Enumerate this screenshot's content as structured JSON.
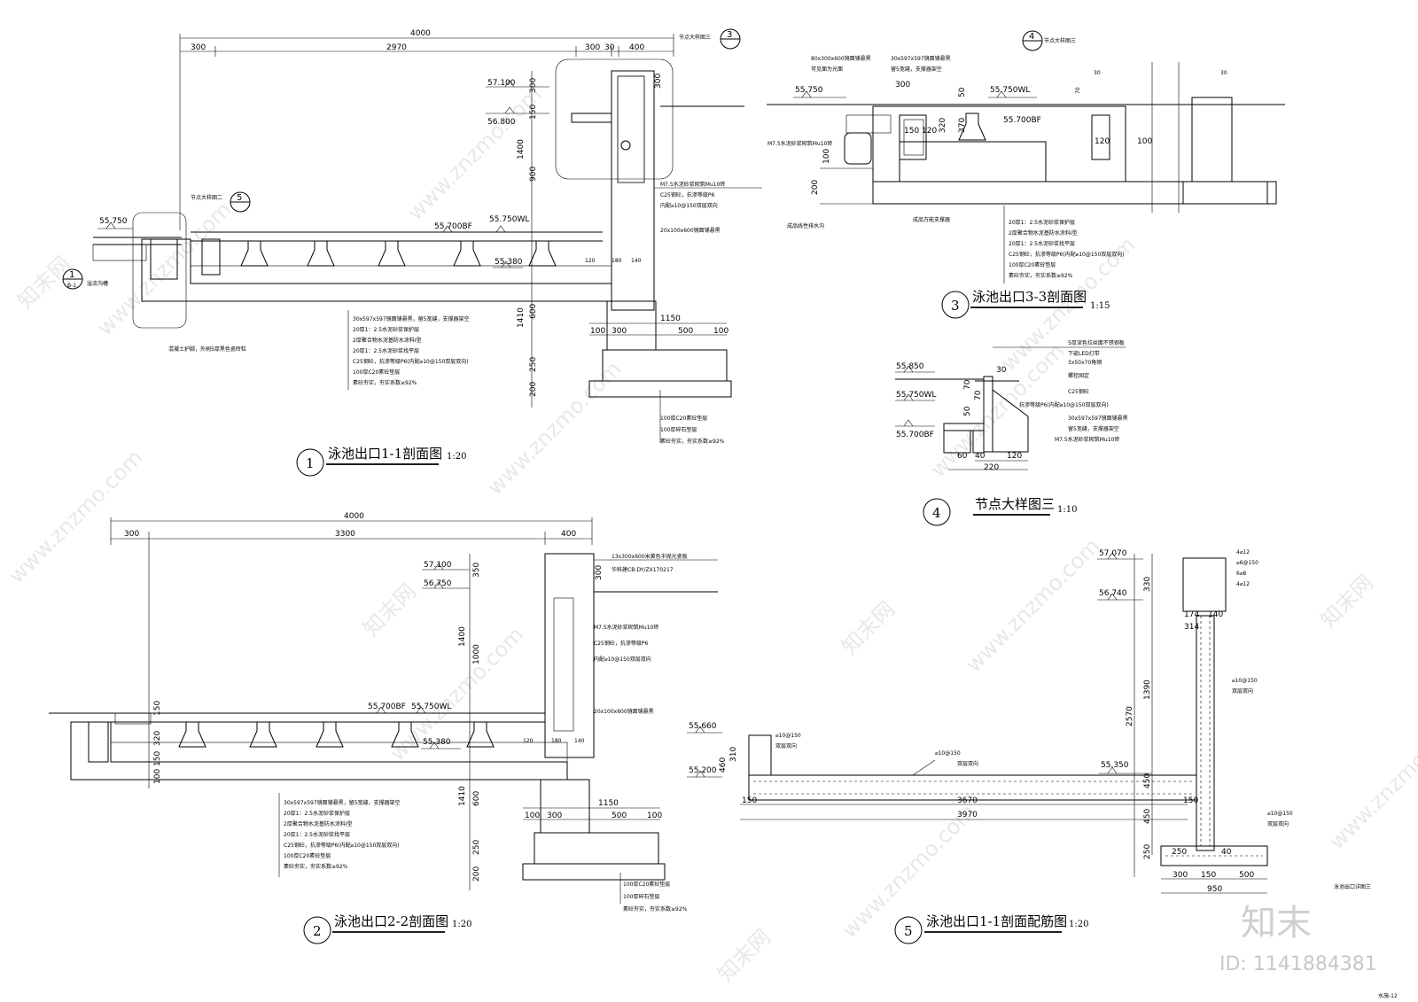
{
  "drawings": [
    {
      "num": "1",
      "title": "泳池出口1-1剖面图",
      "scale": "1:20",
      "dims_top": [
        "4000",
        "300",
        "2970",
        "300",
        "30",
        "400"
      ],
      "elevations": [
        "57.100",
        "56.800",
        "55.750",
        "55.700BF",
        "55.750WL",
        "55.380"
      ],
      "dims_vertical": [
        "300",
        "150",
        "1400",
        "900",
        "1410",
        "600",
        "250",
        "200",
        "300"
      ],
      "dims_base": [
        "1150",
        "100",
        "300",
        "500",
        "100"
      ],
      "dims_small": [
        "120",
        "180",
        "140"
      ],
      "callout_detail": "节点大样图三",
      "callout_detail2": "节点大样图二",
      "callout_ref_num": "3",
      "callout_ref_num2": "5",
      "section_marker": "1",
      "section_marker_sub": "B-1",
      "notes_right": [
        "M7.5水泥砂浆砌筑Mu10砖",
        "C25钢砼，抗渗等级P6",
        "内配⌀10@150双层双向",
        "20x100x600镜面铺悬黑"
      ],
      "notes_left": [
        "溢流沟槽",
        "混凝土护脚，外刷5厚黑色瓷砖粒"
      ],
      "layers": [
        "30x597x597镜面铺悬黑，留5宽缝，支撑器架空",
        "20厚1：2.5水泥砂浆保护层",
        "2厚聚合物水泥基防水涂料I型",
        "20厚1：2.5水泥砂浆找平层",
        "C25钢砼，抗渗等级P6(内配⌀10@150双层双向)",
        "100厚C20素砼垫层",
        "素砼夯实，夯实系数≥92%"
      ],
      "base_layers": [
        "100厚C20素砼垫层",
        "100厚碎石垫层",
        "素砼夯实，夯实系数≥92%"
      ]
    },
    {
      "num": "3",
      "title": "泳池出口3-3剖面图",
      "scale": "1:15",
      "callout": "节点大样图三",
      "callout_num": "4",
      "elevations": [
        "55.750",
        "55.750WL",
        "55.700BF"
      ],
      "dims": [
        "300",
        "50",
        "370",
        "320",
        "150",
        "120",
        "120",
        "100",
        "200",
        "100",
        "30",
        "70",
        "30"
      ],
      "notes_top": [
        "80x300x600镜面铺悬黑",
        "可见面为光面",
        "30x597x597镜面铺悬黑",
        "留5宽缝，支撑器架空"
      ],
      "notes_left": [
        "M7.5水泥砂浆砌筑Mu10砖"
      ],
      "notes_bottom": [
        "成品线性排水沟",
        "成品万能支撑器"
      ],
      "layers": [
        "20厚1：2.5水泥砂浆保护层",
        "2厚聚合物水泥基防水涂料I型",
        "20厚1：2.5水泥砂浆找平层",
        "C25钢砼，抗渗等级P6(内配⌀10@150双层双向)",
        "100厚C20素砼垫层",
        "素砼夯实，夯实系数≥92%"
      ]
    },
    {
      "num": "4",
      "title": "节点大样图三",
      "scale": "1:10",
      "elevations": [
        "55.850",
        "55.750WL",
        "55.700BF"
      ],
      "dims": [
        "30",
        "70",
        "70",
        "50",
        "60",
        "40",
        "120",
        "220"
      ],
      "notes": [
        "5厚深色拉丝面不锈钢板",
        "下嵌LED灯带",
        "3x50x70角钢",
        "螺栓固定",
        "C25钢砼",
        "抗渗等级P6(内配⌀10@150双层双向)",
        "30x597x597镜面铺悬黑",
        "留5宽缝，支撑器架空",
        "M7.5水泥砂浆砌筑Mu10砖"
      ]
    },
    {
      "num": "2",
      "title": "泳池出口2-2剖面图",
      "scale": "1:20",
      "dims_top": [
        "4000",
        "300",
        "3300",
        "400"
      ],
      "elevations": [
        "57.100",
        "56.750",
        "55.700BF",
        "55.750WL",
        "55.380"
      ],
      "dims_vertical": [
        "350",
        "300",
        "1400",
        "1000",
        "1410",
        "600",
        "250",
        "200",
        "100",
        "150",
        "320",
        "150"
      ],
      "dims_base": [
        "1150",
        "100",
        "300",
        "500",
        "100"
      ],
      "dims_small": [
        "120",
        "180",
        "140"
      ],
      "notes_right": [
        "13x300x600米黄色半抛光瓷板",
        "华科建CB-DY/ZX170217",
        "M7.5水泥砂浆砌筑Mu10砖",
        "C25钢砼，抗渗等级P6",
        "内配⌀10@150双层双向",
        "20x100x600镜面铺悬黑"
      ],
      "layers": [
        "30x597x597镜面铺悬黑，留5宽缝，支撑器架空",
        "20厚1：2.5水泥砂浆保护层",
        "2厚聚合物水泥基防水涂料I型",
        "20厚1：2.5水泥砂浆找平层",
        "C25钢砼，抗渗等级P6(内配⌀10@150双层双向)",
        "100厚C20素砼垫层",
        "素砼夯实，夯实系数≥92%"
      ],
      "base_layers": [
        "100厚C20素砼垫层",
        "100厚碎石垫层",
        "素砼夯实，夯实系数≥92%"
      ]
    },
    {
      "num": "5",
      "title": "泳池出口1-1剖面配筋图",
      "scale": "1:20",
      "elevations": [
        "57.070",
        "56.740",
        "55.660",
        "55.200",
        "55.350"
      ],
      "dims": [
        "330",
        "1390",
        "2570",
        "310",
        "460",
        "450",
        "450",
        "250",
        "150",
        "3670",
        "150",
        "3970",
        "174",
        "140",
        "314",
        "250",
        "40",
        "300",
        "150",
        "500",
        "950"
      ],
      "rebar": [
        "4⌀12",
        "⌀6@150",
        "6⌀8",
        "4⌀12",
        "⌀10@150",
        "双层双向",
        "⌀10@150",
        "双层双向",
        "⌀10@150",
        "双层双向",
        "⌀10@150",
        "双层双向"
      ],
      "note_bottom": "泳池出口详图三"
    }
  ],
  "watermark": {
    "text": "www.znzmo.com",
    "brand": "知末网",
    "logo": "知末",
    "id": "ID: 1141884381"
  },
  "corner_note": "水施-12"
}
